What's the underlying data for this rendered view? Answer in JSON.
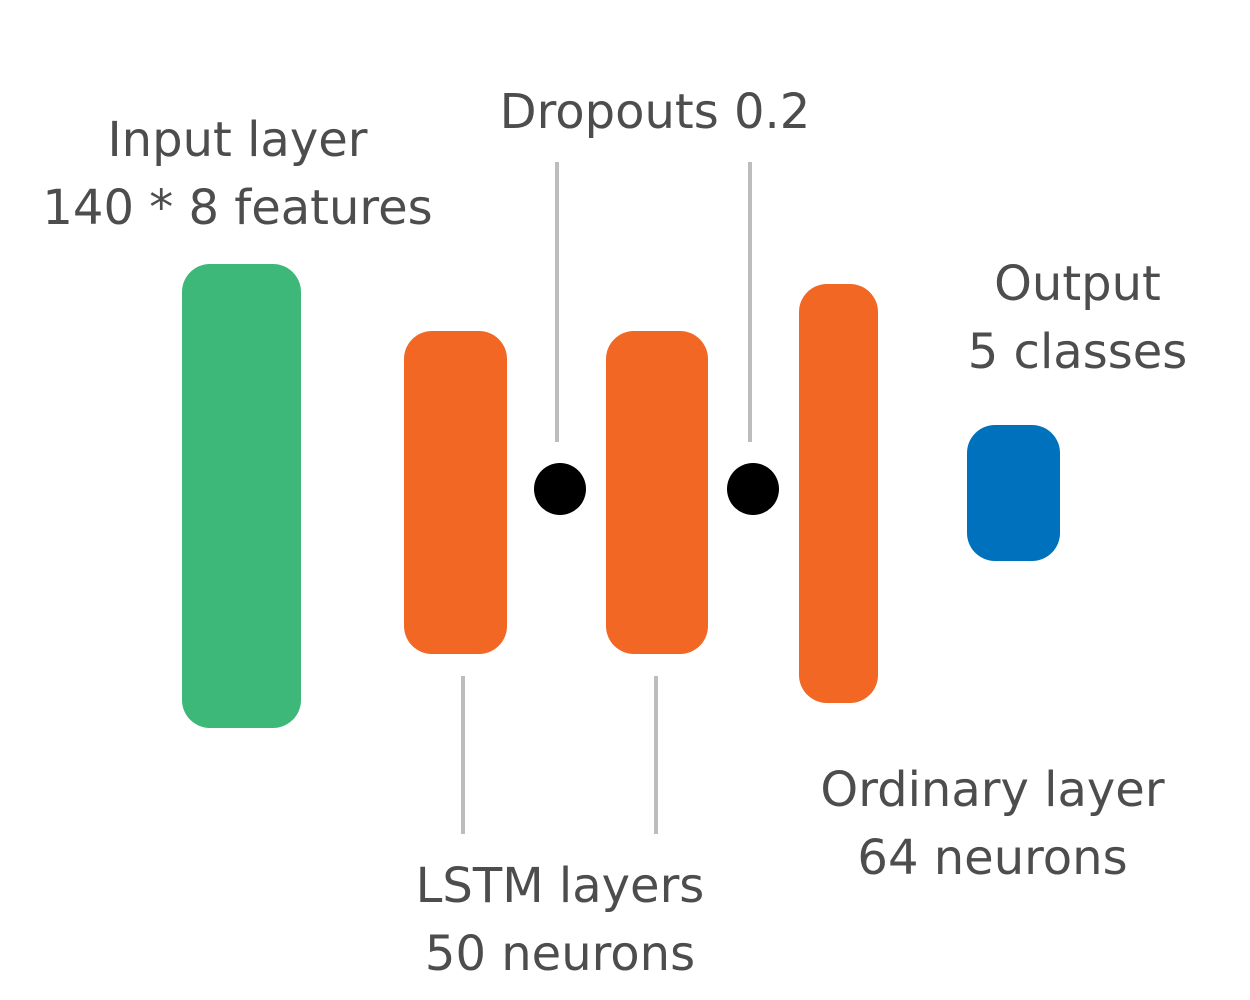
{
  "diagram": {
    "input_label": {
      "line1": "Input layer",
      "line2": "140 * 8 features"
    },
    "dropout_label": "Dropouts 0.2",
    "output_label": {
      "line1": "Output",
      "line2": "5 classes"
    },
    "lstm_label": {
      "line1": "LSTM layers",
      "line2": "50 neurons"
    },
    "ordinary_label": {
      "line1": "Ordinary layer",
      "line2": "64 neurons"
    }
  },
  "colors": {
    "input": "#3db878",
    "lstm": "#f26724",
    "ordinary": "#f26724",
    "output": "#0071bc",
    "dropout": "#000000",
    "text": "#4d4d4d",
    "connector": "#bdbdbd"
  }
}
